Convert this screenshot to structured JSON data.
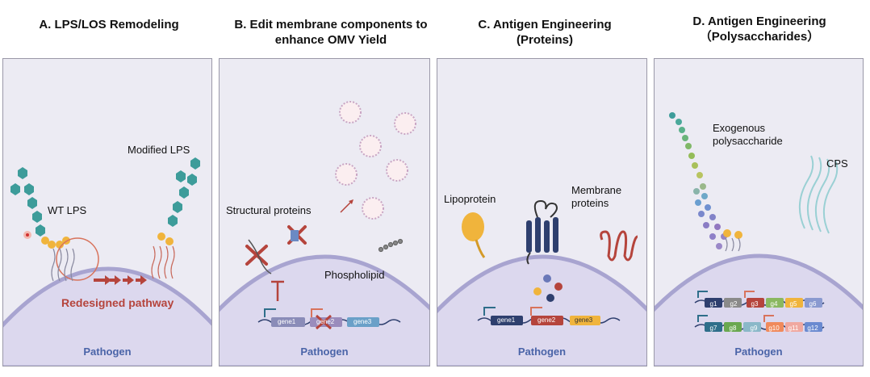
{
  "panels": [
    {
      "title_line1": "A. LPS/LOS Remodeling",
      "title_line2": "",
      "labels": {
        "wt": "WT LPS",
        "modified": "Modified LPS",
        "pathway": "Redesigned pathway"
      },
      "pathogen": "Pathogen"
    },
    {
      "title_line1": "B. Edit membrane components to",
      "title_line2": "enhance OMV Yield",
      "labels": {
        "structural": "Structural proteins",
        "phospholipid": "Phospholipid"
      },
      "genes": [
        "gene1",
        "gene2",
        "gene3"
      ],
      "pathogen": "Pathogen"
    },
    {
      "title_line1": "C. Antigen Engineering",
      "title_line2": "(Proteins)",
      "labels": {
        "lipoprotein": "Lipoprotein",
        "membrane_line1": "Membrane",
        "membrane_line2": "proteins"
      },
      "genes": [
        "gene1",
        "gene2",
        "gene3"
      ],
      "pathogen": "Pathogen"
    },
    {
      "title_line1": "D. Antigen Engineering",
      "title_line2": "（Polysaccharides）",
      "labels": {
        "exo_line1": "Exogenous",
        "exo_line2": "polysaccharide",
        "cps": "CPS"
      },
      "genes_row1": [
        "g1",
        "g2",
        "g3",
        "g4",
        "g5",
        "g6"
      ],
      "genes_row2": [
        "g7",
        "g8",
        "g9",
        "g10",
        "g11",
        "g12"
      ],
      "pathogen": "Pathogen"
    }
  ],
  "colors": {
    "teal": "#3d9c9a",
    "orange": "#f0b43c",
    "red": "#b5443c",
    "navy": "#2e3f6e",
    "membrane": "#a8a4d0",
    "cell": "#dcd8ee"
  }
}
